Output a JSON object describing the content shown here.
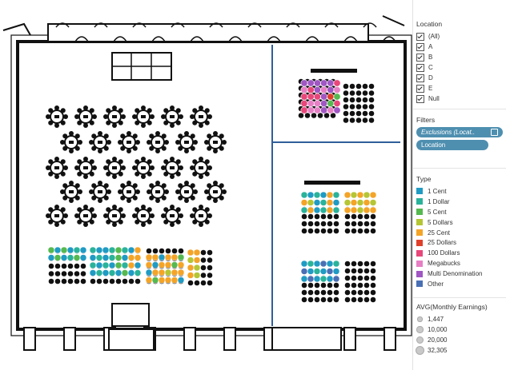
{
  "location_filter": {
    "title": "Location",
    "items": [
      {
        "label": "(All)",
        "checked": true
      },
      {
        "label": "A",
        "checked": true
      },
      {
        "label": "B",
        "checked": true
      },
      {
        "label": "C",
        "checked": true
      },
      {
        "label": "D",
        "checked": true
      },
      {
        "label": "E",
        "checked": true
      },
      {
        "label": "Null",
        "checked": true
      }
    ]
  },
  "filters": {
    "title": "Filters",
    "pills": [
      {
        "label": "Exclusions (Locat..",
        "italic": true
      },
      {
        "label": "Location",
        "italic": false
      }
    ],
    "pill_color": "#4e8fb0"
  },
  "type_legend": {
    "title": "Type",
    "items": [
      {
        "label": "1 Cent",
        "color": "#1f9bc4"
      },
      {
        "label": "1 Dollar",
        "color": "#2ab39b"
      },
      {
        "label": "5 Cent",
        "color": "#55b94f"
      },
      {
        "label": "5 Dollars",
        "color": "#b5c634"
      },
      {
        "label": "25 Cent",
        "color": "#f4a427"
      },
      {
        "label": "25 Dollars",
        "color": "#e0402b"
      },
      {
        "label": "100 Dollars",
        "color": "#e8477a"
      },
      {
        "label": "Megabucks",
        "color": "#e77fc4"
      },
      {
        "label": "Multi Denomination",
        "color": "#a056c3"
      },
      {
        "label": "Other",
        "color": "#4a6fb5"
      }
    ]
  },
  "size_legend": {
    "title": "AVG(Monthly Earnings)",
    "items": [
      {
        "label": "1,447",
        "value": 1447
      },
      {
        "label": "10,000",
        "value": 10000
      },
      {
        "label": "20,000",
        "value": 20000
      },
      {
        "label": "32,305",
        "value": 32305
      }
    ]
  },
  "floorplan": {
    "wall_color": "#111111",
    "zone_line_color": "#2f5f9a",
    "machines": [
      {
        "zone": "A",
        "type_index": 8
      },
      {
        "zone": "A",
        "type_index": 8
      },
      {
        "zone": "A",
        "type_index": 8
      },
      {
        "zone": "A",
        "type_index": 8
      },
      {
        "zone": "A",
        "type_index": 8
      },
      {
        "zone": "A",
        "type_index": 6
      },
      {
        "zone": "A",
        "type_index": 7
      },
      {
        "zone": "A",
        "type_index": 6
      },
      {
        "zone": "A",
        "type_index": 8
      },
      {
        "zone": "A",
        "type_index": 7
      },
      {
        "zone": "A",
        "type_index": 8
      },
      {
        "zone": "A",
        "type_index": 7
      },
      {
        "zone": "A",
        "type_index": 6
      },
      {
        "zone": "A",
        "type_index": 6
      },
      {
        "zone": "A",
        "type_index": 6
      },
      {
        "zone": "A",
        "type_index": 8
      },
      {
        "zone": "A",
        "type_index": 5
      },
      {
        "zone": "A",
        "type_index": 2
      },
      {
        "zone": "A",
        "type_index": 6
      },
      {
        "zone": "A",
        "type_index": 7
      },
      {
        "zone": "A",
        "type_index": 7
      },
      {
        "zone": "A",
        "type_index": 8
      },
      {
        "zone": "A",
        "type_index": 2
      },
      {
        "zone": "A",
        "type_index": 6
      },
      {
        "zone": "A",
        "type_index": 6
      },
      {
        "zone": "A",
        "type_index": 7
      },
      {
        "zone": "A",
        "type_index": 7
      },
      {
        "zone": "A",
        "type_index": 8
      },
      {
        "zone": "A",
        "type_index": 7
      },
      {
        "zone": "A",
        "type_index": 8
      }
    ]
  }
}
